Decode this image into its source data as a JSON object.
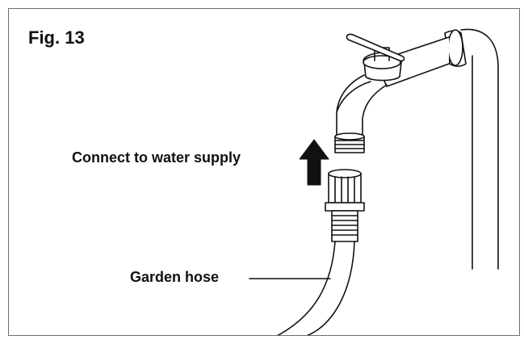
{
  "figure": {
    "label": "Fig. 13"
  },
  "callouts": {
    "connect": "Connect to water supply",
    "hose": "Garden hose"
  },
  "colors": {
    "ink": "#111111",
    "frame": "#6e6e6e",
    "background": "#ffffff"
  }
}
